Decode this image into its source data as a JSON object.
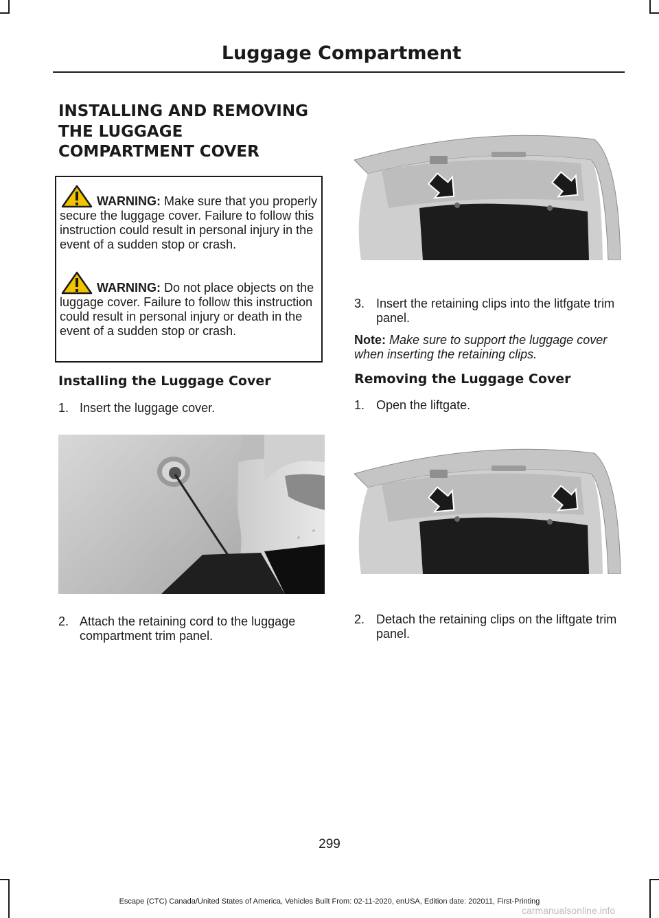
{
  "header": {
    "title": "Luggage Compartment"
  },
  "section": {
    "title_lines": [
      "INSTALLING AND REMOVING",
      "THE LUGGAGE",
      "COMPARTMENT COVER"
    ]
  },
  "warnings": [
    {
      "label": "WARNING:",
      "text": "Make sure that you properly secure the luggage cover. Failure to follow this instruction could result in personal injury in the event of a sudden stop or crash."
    },
    {
      "label": "WARNING:",
      "text": "Do not place objects on the luggage cover. Failure to follow this instruction could result in personal injury or death in the event of a sudden stop or crash."
    }
  ],
  "installing": {
    "heading": "Installing the Luggage Cover",
    "steps": [
      {
        "num": "1.",
        "text": "Insert the luggage cover."
      },
      {
        "num": "2.",
        "text": "Attach the retaining cord to the luggage compartment trim panel."
      },
      {
        "num": "3.",
        "text": "Insert the retaining clips into the litfgate trim panel."
      }
    ],
    "note": {
      "label": "Note:",
      "text": "Make sure to support the luggage cover when inserting the retaining clips."
    }
  },
  "removing": {
    "heading": "Removing the Luggage Cover",
    "steps": [
      {
        "num": "1.",
        "text": "Open the liftgate."
      },
      {
        "num": "2.",
        "text": "Detach the retaining clips on the liftgate trim panel."
      }
    ]
  },
  "page_number": "299",
  "footer": "Escape (CTC) Canada/United States of America, Vehicles Built From: 02-11-2020, enUSA, Edition date: 202011, First-Printing",
  "watermark": "carmanualsonline.info",
  "colors": {
    "warning_yellow": "#f2c400",
    "ink": "#1a1a1a",
    "arrow": "#1a1a1a"
  }
}
